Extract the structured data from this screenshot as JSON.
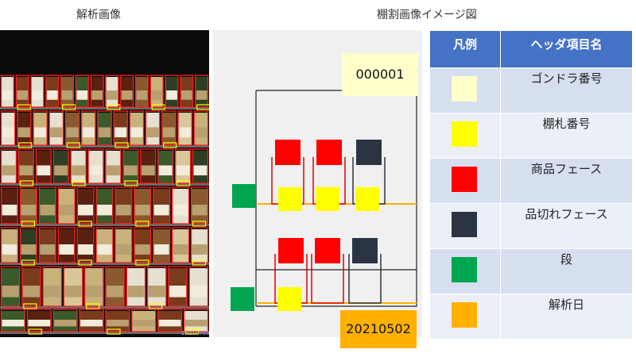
{
  "captions": {
    "left": "解析画像",
    "middle": "棚割画像イメージ図"
  },
  "photo": {
    "stamp": "20210705"
  },
  "diagram": {
    "gondola_number": "000001",
    "analysis_date": "20210502"
  },
  "legend": {
    "header_col1": "凡例",
    "header_col2": "ヘッダ項目名",
    "rows": [
      {
        "label": "ゴンドラ番号",
        "color": "#ffffcc"
      },
      {
        "label": "棚札番号",
        "color": "#ffff00"
      },
      {
        "label": "商品フェース",
        "color": "#ff0000"
      },
      {
        "label": "品切れフェース",
        "color": "#2b3443"
      },
      {
        "label": "段",
        "color": "#00a550"
      },
      {
        "label": "解析日",
        "color": "#ffb000"
      }
    ]
  },
  "colors": {
    "face": "#ff0000",
    "out_of_stock": "#2b3443",
    "tag": "#ffff00",
    "shelf": "#00a550",
    "date": "#ffb000",
    "gondola": "#ffffcc"
  }
}
